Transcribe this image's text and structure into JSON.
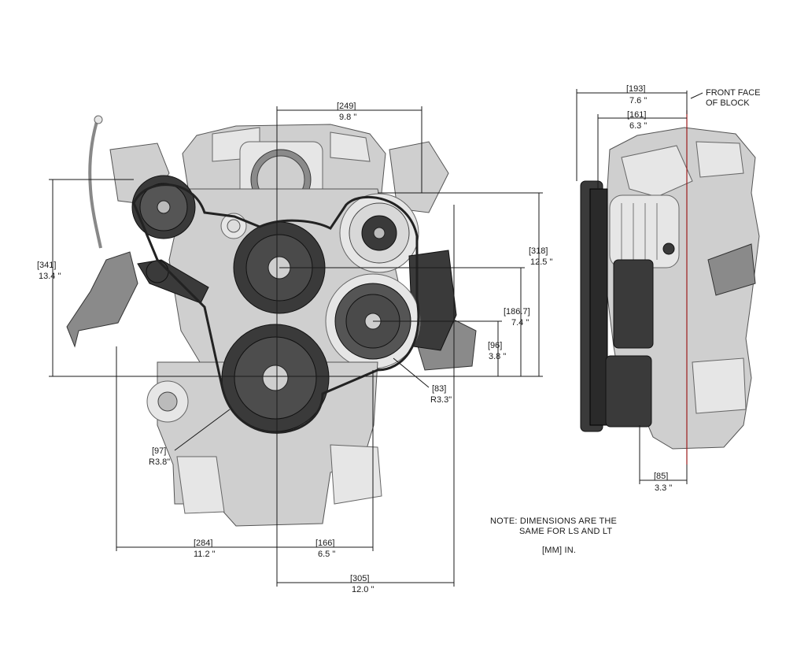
{
  "front_view": {
    "dimensions": [
      {
        "mm": "[249]",
        "in": "9.8 \""
      },
      {
        "mm": "[341]",
        "in": "13.4 \""
      },
      {
        "mm": "[318]",
        "in": "12.5 \""
      },
      {
        "mm": "[186.7]",
        "in": "7.4 \""
      },
      {
        "mm": "[96]",
        "in": "3.8 \""
      },
      {
        "mm": "[83]",
        "in": "R3.3\""
      },
      {
        "mm": "[97]",
        "in": "R3.8\""
      },
      {
        "mm": "[284]",
        "in": "11.2 \""
      },
      {
        "mm": "[166]",
        "in": "6.5 \""
      },
      {
        "mm": "[305]",
        "in": "12.0 \""
      }
    ]
  },
  "side_view": {
    "dimensions": [
      {
        "mm": "[193]",
        "in": "7.6 \""
      },
      {
        "mm": "[161]",
        "in": "6.3 \""
      },
      {
        "mm": "[85]",
        "in": "3.3 \""
      }
    ],
    "front_face_label_line1": "FRONT FACE",
    "front_face_label_line2": "OF BLOCK"
  },
  "notes": {
    "line1": "NOTE: DIMENSIONS ARE THE",
    "line2": "SAME FOR LS AND LT",
    "units": "[MM] IN."
  }
}
